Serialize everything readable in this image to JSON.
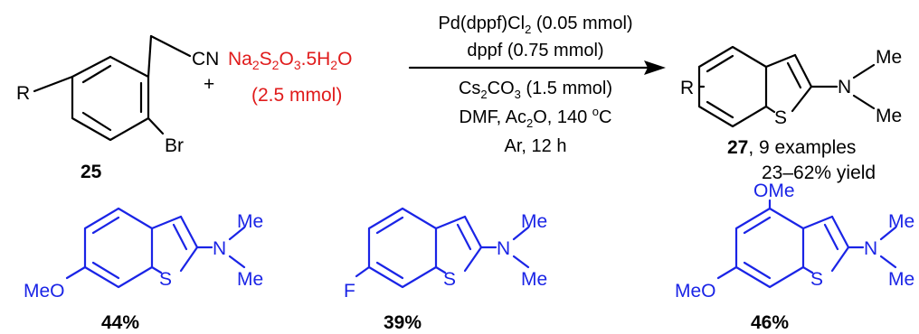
{
  "reactant": {
    "id": "25",
    "sub_R": "R",
    "sub_CN": "CN",
    "sub_Br": "Br"
  },
  "plus": "+",
  "reagent": {
    "p1": "Na",
    "s1": "2",
    "p2": "S",
    "s2": "2",
    "p3": "O",
    "s3": "3",
    "p4": ".5H",
    "s4": "2",
    "p5": "O",
    "amount": "(2.5 mmol)"
  },
  "conditions": {
    "line1_a": "Pd(dppf)Cl",
    "line1_sub": "2",
    "line1_b": " (0.05 mmol)",
    "line2": "dppf (0.75 mmol)",
    "line3_a": "Cs",
    "line3_sub1": "2",
    "line3_b": "CO",
    "line3_sub2": "3",
    "line3_c": " (1.5 mmol)",
    "line4_a": "DMF, Ac",
    "line4_sub": "2",
    "line4_b": "O, 140 ",
    "line4_sup": "o",
    "line4_c": "C",
    "line5": "Ar, 12 h"
  },
  "product": {
    "id": "27",
    "sub_R": "R",
    "atom_S": "S",
    "atom_N": "N",
    "me1": "Me",
    "me2": "Me",
    "examples": ", 9 examples",
    "yield_range": "23–62% yield"
  },
  "examples": [
    {
      "substituent": "MeO",
      "atom_S": "S",
      "atom_N": "N",
      "me1": "Me",
      "me2": "Me",
      "yield": "44%"
    },
    {
      "substituent": "F",
      "atom_S": "S",
      "atom_N": "N",
      "me1": "Me",
      "me2": "Me",
      "yield": "39%"
    },
    {
      "substituent_top": "OMe",
      "substituent": "MeO",
      "atom_S": "S",
      "atom_N": "N",
      "me1": "Me",
      "me2": "Me",
      "yield": "46%"
    }
  ],
  "colors": {
    "example_structures": "#1a24e6",
    "reagent": "#e01b1b",
    "text": "#000000"
  }
}
